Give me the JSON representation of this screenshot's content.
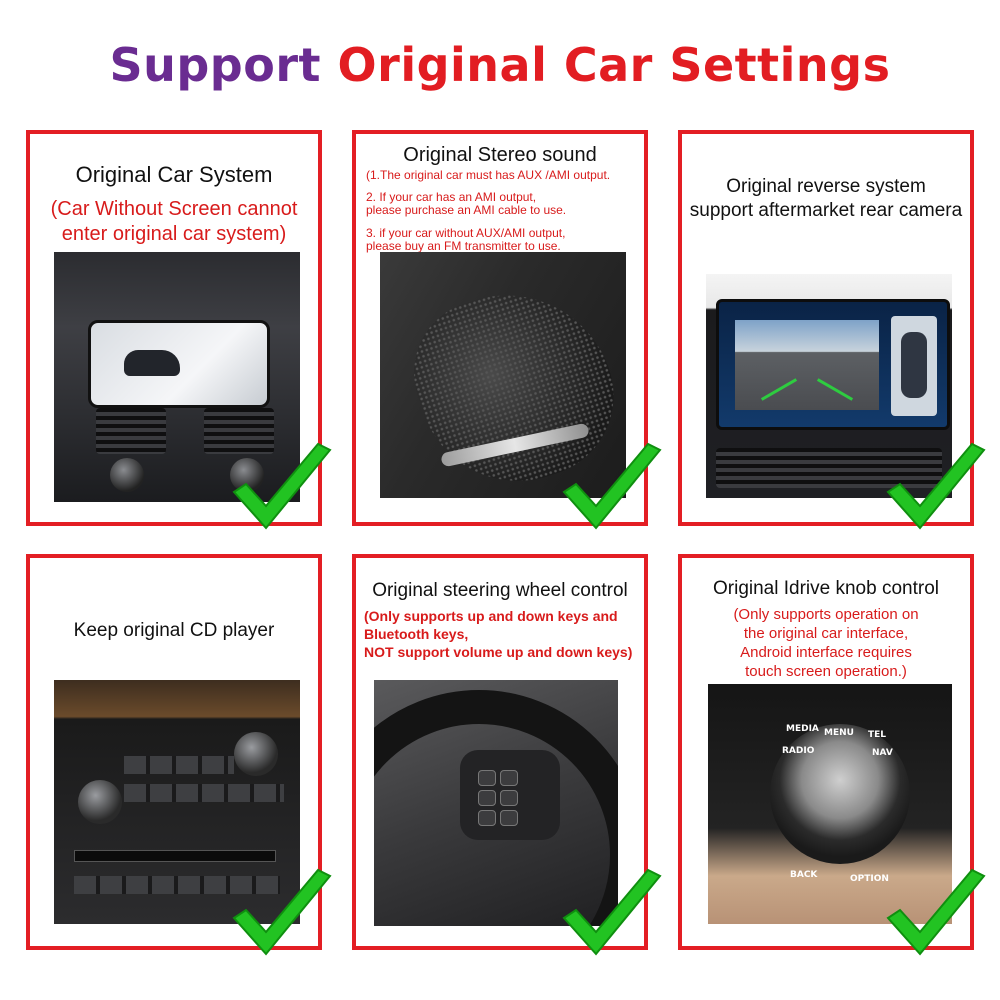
{
  "headline": {
    "part1": "Support",
    "part2": "Original Car Settings"
  },
  "panels": [
    {
      "title": "Original Car System",
      "notes": [
        "(Car Without Screen cannot",
        "enter original car system)"
      ]
    },
    {
      "title": "Original Stereo sound",
      "notes": [
        "(1.The original car must has AUX /AMI output.",
        "2. If your car has an AMI output,",
        "please purchase an AMI cable  to use.",
        "3. if your car without AUX/AMI output,",
        "please buy an FM transmitter to use."
      ]
    },
    {
      "title_lines": [
        "Original reverse system",
        "support aftermarket rear camera"
      ]
    },
    {
      "title": "Keep original CD player"
    },
    {
      "title": "Original steering wheel control",
      "notes": [
        "(Only supports up and down keys and",
        "Bluetooth keys,",
        "NOT support volume up and down keys)"
      ]
    },
    {
      "title": "Original Idrive knob control",
      "notes": [
        "(Only supports operation on",
        "the original car interface,",
        "Android interface requires",
        "touch screen operation.)"
      ]
    }
  ],
  "idrive_keys": {
    "media": "MEDIA",
    "menu": "MENU",
    "tel": "TEL",
    "radio": "RADIO",
    "nav": "NAV",
    "back": "BACK",
    "option": "OPTION"
  },
  "colors": {
    "purple": "#6a2c91",
    "red": "#e21d22",
    "check_green": "#22c322"
  }
}
